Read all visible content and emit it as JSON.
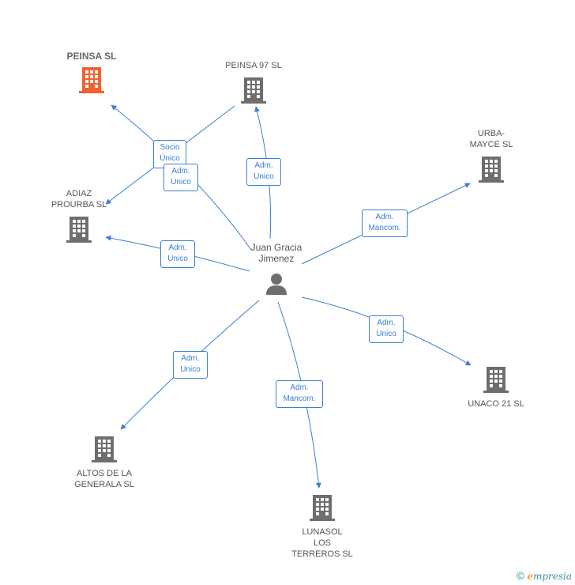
{
  "center": {
    "label": "Juan Gracia\nJimenez",
    "icon": "person-icon"
  },
  "companies": {
    "peinsa": {
      "label": "PEINSA SL",
      "color": "#f0622f"
    },
    "peinsa97": {
      "label": "PEINSA 97 SL"
    },
    "urbamayce": {
      "label": "URBA-\nMAYCE SL"
    },
    "adiaz": {
      "label": "ADIAZ\nPROURBA SL"
    },
    "unaco": {
      "label": "UNACO 21 SL"
    },
    "altos": {
      "label": "ALTOS DE LA\nGENERALA SL"
    },
    "lunasol": {
      "label": "LUNASOL\nLOS\nTERREROS SL"
    }
  },
  "relations": {
    "socio_unico": "Socio\nÚnico",
    "adm_unico_peinsa": "Adm.\nUnico",
    "adm_unico_peinsa97": "Adm.\nUnico",
    "adm_mancom_urba": "Adm.\nMancom.",
    "adm_unico_adiaz": "Adm.\nUnico",
    "adm_unico_unaco": "Adm.\nUnico",
    "adm_unico_altos": "Adm.\nUnico",
    "adm_mancom_lunasol": "Adm.\nMancom."
  },
  "colors": {
    "edge": "#3a7fd5",
    "building": "#6e6e6e",
    "focus": "#f0622f"
  },
  "footer": {
    "copyright": "©",
    "brand_initial": "e",
    "brand_rest": "mpresia"
  }
}
